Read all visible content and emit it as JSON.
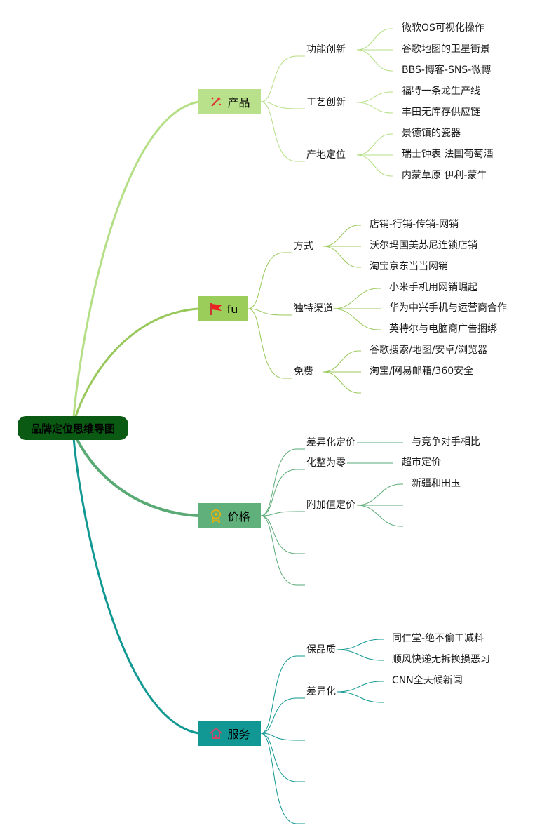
{
  "root": {
    "label": "品牌定位思维导图"
  },
  "branches": [
    {
      "label": "产品",
      "color": "#b9e08a",
      "line": "#b5df86",
      "icon": "magic-wand-icon",
      "subs": [
        {
          "label": "功能创新",
          "leaves": [
            "微软OS可视化操作",
            "谷歌地图的卫星街景",
            "BBS-博客-SNS-微博"
          ]
        },
        {
          "label": "工艺创新",
          "leaves": [
            "福特一条龙生产线",
            "丰田无库存供应链"
          ]
        },
        {
          "label": "产地定位",
          "leaves": [
            "景德镇的瓷器",
            "瑞士钟表 法国葡萄酒",
            "内蒙草原 伊利-蒙牛"
          ]
        }
      ]
    },
    {
      "label": "fu",
      "color": "#9acd5a",
      "line": "#98c85a",
      "icon": "red-flag-icon",
      "subs": [
        {
          "label": "方式",
          "leaves": [
            "店销-行销-传销-网销",
            "沃尔玛国美苏尼连锁店销",
            "淘宝京东当当网销"
          ]
        },
        {
          "label": "独特渠道",
          "leaves": [
            "小米手机用网销崛起",
            "华为中兴手机与运营商合作",
            "英特尔与电脑商广告捆绑"
          ]
        },
        {
          "label": "免费",
          "leaves": [
            "谷歌搜索/地图/安卓/浏览器",
            "淘宝/网易邮箱/360安全",
            ""
          ]
        }
      ]
    },
    {
      "label": "价格",
      "color": "#5fb07a",
      "line": "#5aaa75",
      "icon": "award-medal-icon",
      "subs": [
        {
          "label": "差异化定价",
          "leaves": [
            "与竞争对手相比"
          ]
        },
        {
          "label": "化整为零",
          "leaves": [
            "超市定价"
          ]
        },
        {
          "label": "附加值定价",
          "leaves": [
            "新疆和田玉",
            "",
            ""
          ]
        },
        {
          "label": "",
          "leaves": []
        },
        {
          "label": "",
          "leaves": []
        }
      ]
    },
    {
      "label": "服务",
      "color": "#119894",
      "line": "#129892",
      "icon": "house-icon",
      "subs": [
        {
          "label": "保品质",
          "leaves": [
            "同仁堂-绝不偷工减料",
            "顺风快递无拆换损恶习"
          ]
        },
        {
          "label": "差异化",
          "leaves": [
            "CNN全天候新闻",
            ""
          ]
        },
        {
          "label": "",
          "leaves": []
        },
        {
          "label": "",
          "leaves": []
        },
        {
          "label": "",
          "leaves": []
        }
      ]
    }
  ]
}
